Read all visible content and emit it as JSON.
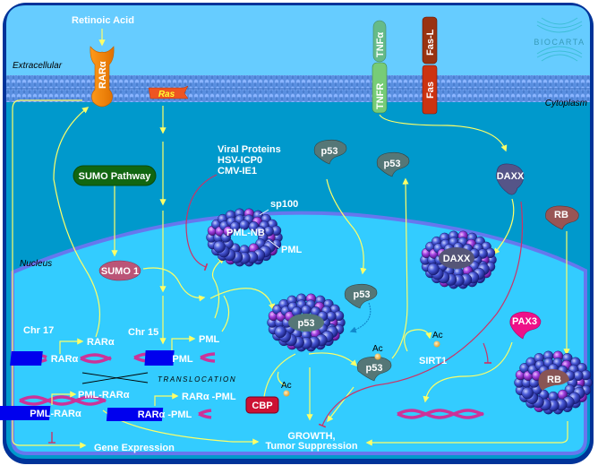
{
  "title": "BioCarta pathway: Regulation of PML / PML-NB",
  "logo": {
    "text": "BIOCARTA"
  },
  "compartments": {
    "extracellular": "Extracellular",
    "cytoplasm": "Cytoplasm",
    "nucleus": "Nucleus"
  },
  "ligands": {
    "retinoic_acid": "Retinoic Acid"
  },
  "membrane_proteins": {
    "rara": "RARα",
    "ras": "Ras",
    "tnfa": "TNFα",
    "tnfr": "TNFR",
    "fasl": "Fas-L",
    "fas": "Fas"
  },
  "cytoplasm_items": {
    "sumo_pathway": "SUMO Pathway",
    "viral_1": "Viral Proteins",
    "viral_2": "HSV-ICP0",
    "viral_3": "CMV-IE1",
    "p53_a": "p53",
    "p53_b": "p53",
    "daxx": "DAXX",
    "rb": "RB"
  },
  "nucleus_items": {
    "sp100": "sp100",
    "pml_nb": "PML-NB",
    "pml_label": "PML",
    "sumo1": "SUMO 1",
    "p53_nb": "p53",
    "p53_free": "p53",
    "p53_ac": "p53",
    "ac_1": "Ac",
    "ac_2": "Ac",
    "ac_3": "Ac",
    "sirt1": "SIRT1",
    "cbp": "CBP",
    "daxx_nb": "DAXX",
    "pax3": "PAX3",
    "rb_nb": "RB"
  },
  "chromosomes": {
    "chr17": "Chr 17",
    "chr15": "Chr 15",
    "rara_gene": "RARα",
    "rara_out": "RARα",
    "pml_gene": "PML",
    "pml_out": "PML",
    "translocation": "TRANSLOCATION",
    "pml_rara_gene": "PML-RARα",
    "pml_rara_out": "PML-RARα",
    "rara_pml_gene": "RARα -PML",
    "rara_pml_out": "RARα -PML"
  },
  "outcomes": {
    "gene_expression": "Gene Expression",
    "growth_1": "GROWTH,",
    "growth_2": "Tumor Suppression"
  },
  "colors": {
    "cytoplasm": "#0099cc",
    "extracellular": "#66ccff",
    "nucleus": "#33ccff",
    "border": "#003399",
    "arrow": "#ffff66",
    "inhibit": "#cc3366",
    "gene_box": "#0000ee",
    "dna": "#cc3399"
  }
}
